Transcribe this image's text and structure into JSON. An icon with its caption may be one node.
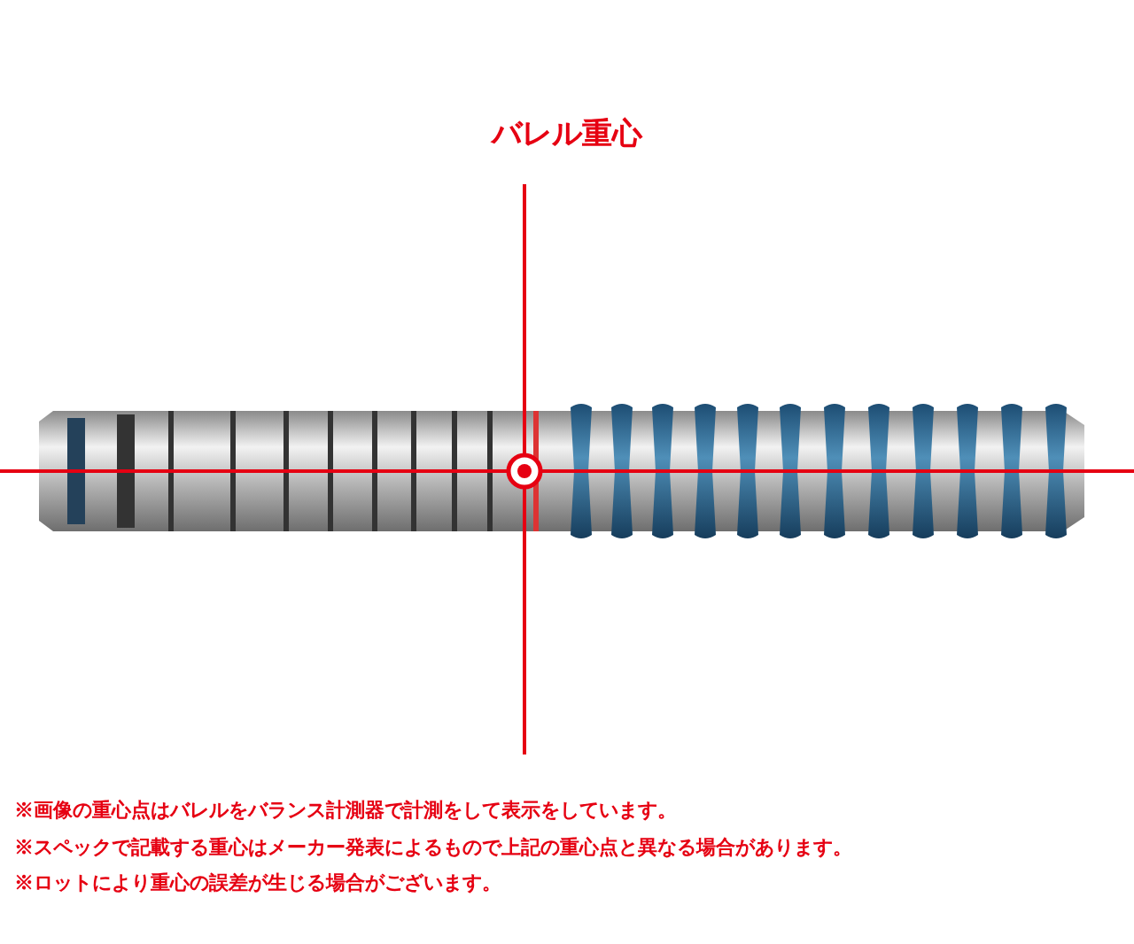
{
  "diagram": {
    "title": "バレル重心",
    "labels": [
      "※画像の重心点はバレルをバランス計測器で計測をして表示をしています。",
      "※スペックで記載する重心はメーカー発表によるもので上記の重心点と異なる場合があります。",
      "※ロットにより重心の誤差が生じる場合がございます。"
    ]
  }
}
